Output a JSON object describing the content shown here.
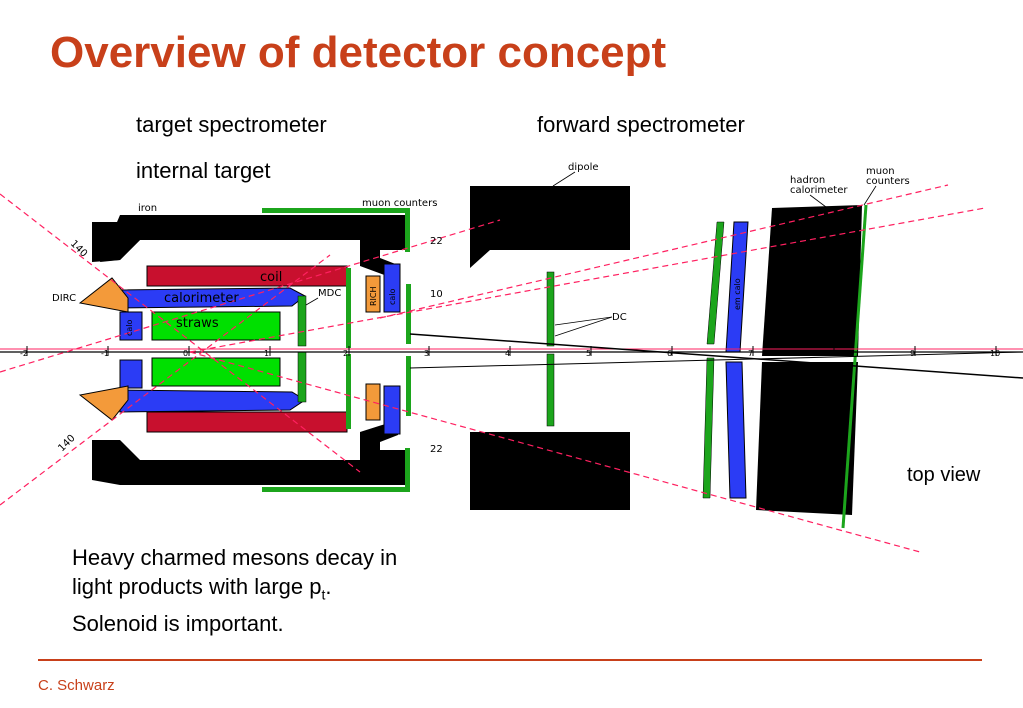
{
  "slide": {
    "title": "Overview of detector concept",
    "author": "C. Schwarz",
    "accent_color": "#c8401a"
  },
  "labels": {
    "target_spectrometer": "target spectrometer",
    "forward_spectrometer": "forward spectrometer",
    "internal_target": "internal target",
    "top_view": "top view"
  },
  "note": {
    "line1": "Heavy charmed mesons decay in",
    "line2_pre": "light products with large p",
    "line2_sub": "t",
    "line2_post": ".",
    "line3": "Solenoid is important."
  },
  "diagram": {
    "components": {
      "iron": "iron",
      "muon_counters": "muon counters",
      "dirc": "DIRC",
      "coil": "coil",
      "calorimeter": "calorimeter",
      "straws": "straws",
      "calo_small": "calo",
      "mdc": "MDC",
      "rich": "RICH",
      "calo_end": "calo",
      "dipole": "dipole",
      "dc": "DC",
      "hadron_calorimeter_1": "hadron",
      "hadron_calorimeter_2": "calorimeter",
      "muon_counters_fwd_1": "muon",
      "muon_counters_fwd_2": "counters",
      "em_calo": "em calo"
    },
    "angles": {
      "a1": "140",
      "a2": "22",
      "a3": "10",
      "a4": "140",
      "a5": "22"
    },
    "axis_ticks": [
      "-2",
      "-1",
      "0",
      "1",
      "2",
      "3",
      "4",
      "5",
      "6",
      "7",
      "8",
      "9",
      "10"
    ],
    "colors": {
      "iron": "#000000",
      "coil": "#c8102e",
      "calorimeter": "#2b3cf5",
      "straws": "#00e000",
      "dirc": "#f39a3a",
      "green_plane": "#1ca51c",
      "track_lines": "#ff2060"
    }
  }
}
